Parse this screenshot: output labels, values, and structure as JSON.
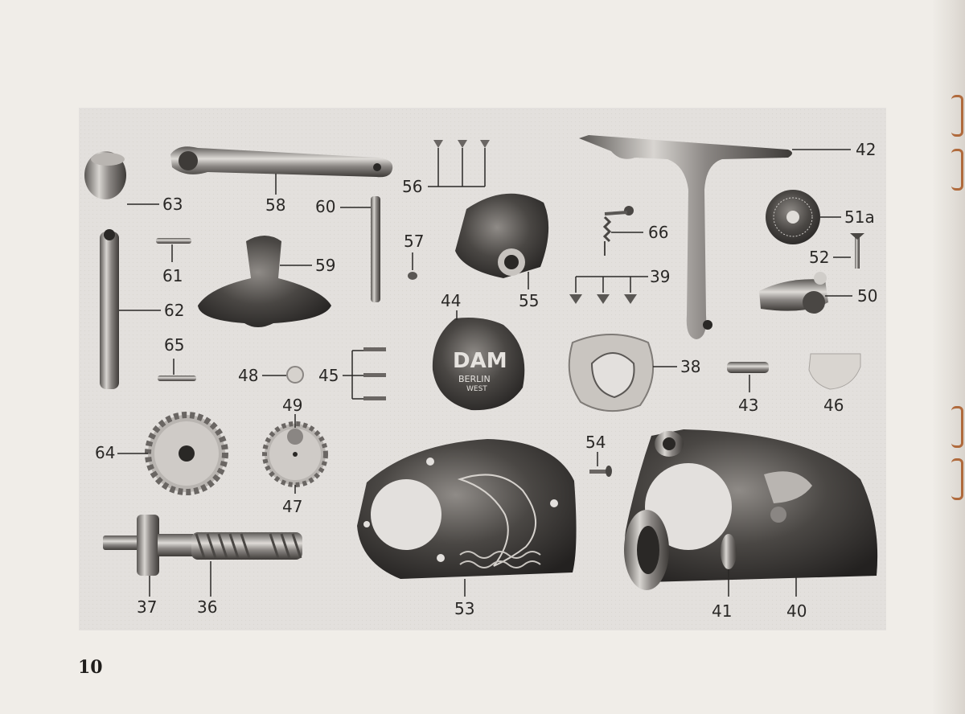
{
  "page_number": "10",
  "plate_text": {
    "brand": "DAM",
    "city": "BERLIN",
    "district": "WEST"
  },
  "callouts": [
    {
      "id": "63",
      "label": "63"
    },
    {
      "id": "58",
      "label": "58"
    },
    {
      "id": "56",
      "label": "56"
    },
    {
      "id": "42",
      "label": "42"
    },
    {
      "id": "60",
      "label": "60"
    },
    {
      "id": "51a",
      "label": "51a"
    },
    {
      "id": "66",
      "label": "66"
    },
    {
      "id": "57",
      "label": "57"
    },
    {
      "id": "52",
      "label": "52"
    },
    {
      "id": "61",
      "label": "61"
    },
    {
      "id": "59",
      "label": "59"
    },
    {
      "id": "39",
      "label": "39"
    },
    {
      "id": "55",
      "label": "55"
    },
    {
      "id": "62",
      "label": "62"
    },
    {
      "id": "44",
      "label": "44"
    },
    {
      "id": "50",
      "label": "50"
    },
    {
      "id": "65",
      "label": "65"
    },
    {
      "id": "48",
      "label": "48"
    },
    {
      "id": "45",
      "label": "45"
    },
    {
      "id": "38",
      "label": "38"
    },
    {
      "id": "43",
      "label": "43"
    },
    {
      "id": "46",
      "label": "46"
    },
    {
      "id": "49",
      "label": "49"
    },
    {
      "id": "64",
      "label": "64"
    },
    {
      "id": "54",
      "label": "54"
    },
    {
      "id": "47",
      "label": "47"
    },
    {
      "id": "37",
      "label": "37"
    },
    {
      "id": "36",
      "label": "36"
    },
    {
      "id": "53",
      "label": "53"
    },
    {
      "id": "41",
      "label": "41"
    },
    {
      "id": "40",
      "label": "40"
    }
  ]
}
